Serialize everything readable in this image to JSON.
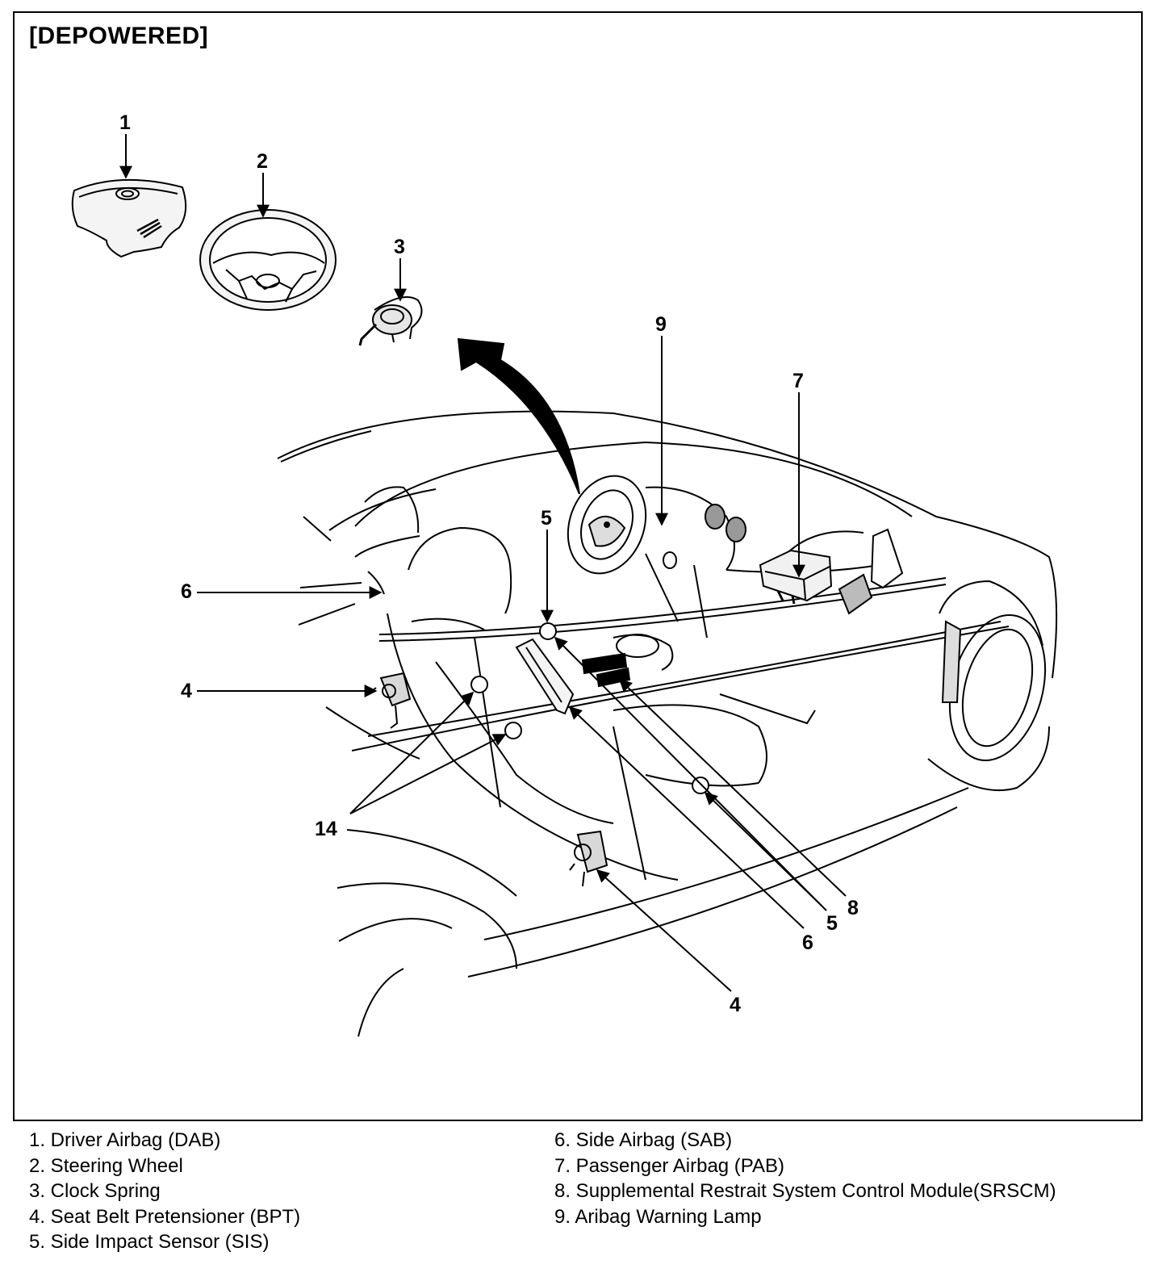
{
  "figure": {
    "heading": "[DEPOWERED]"
  },
  "callouts": {
    "c1": "1",
    "c2": "2",
    "c3": "3",
    "c9": "9",
    "c7": "7",
    "c5_top": "5",
    "c6_left": "6",
    "c4_left": "4",
    "c14": "14",
    "c8": "8",
    "c5_right": "5",
    "c6_bottom": "6",
    "c4_bottom": "4"
  },
  "legend": {
    "left": [
      "1. Driver Airbag (DAB)",
      "2. Steering Wheel",
      "3. Clock Spring",
      "4. Seat Belt Pretensioner (BPT)",
      "5. Side Impact Sensor (SIS)"
    ],
    "right": [
      "6. Side Airbag (SAB)",
      "7. Passenger Airbag (PAB)",
      "8. Supplemental Restrait System Control Module(SRSCM)",
      "9. Aribag Warning Lamp"
    ]
  }
}
